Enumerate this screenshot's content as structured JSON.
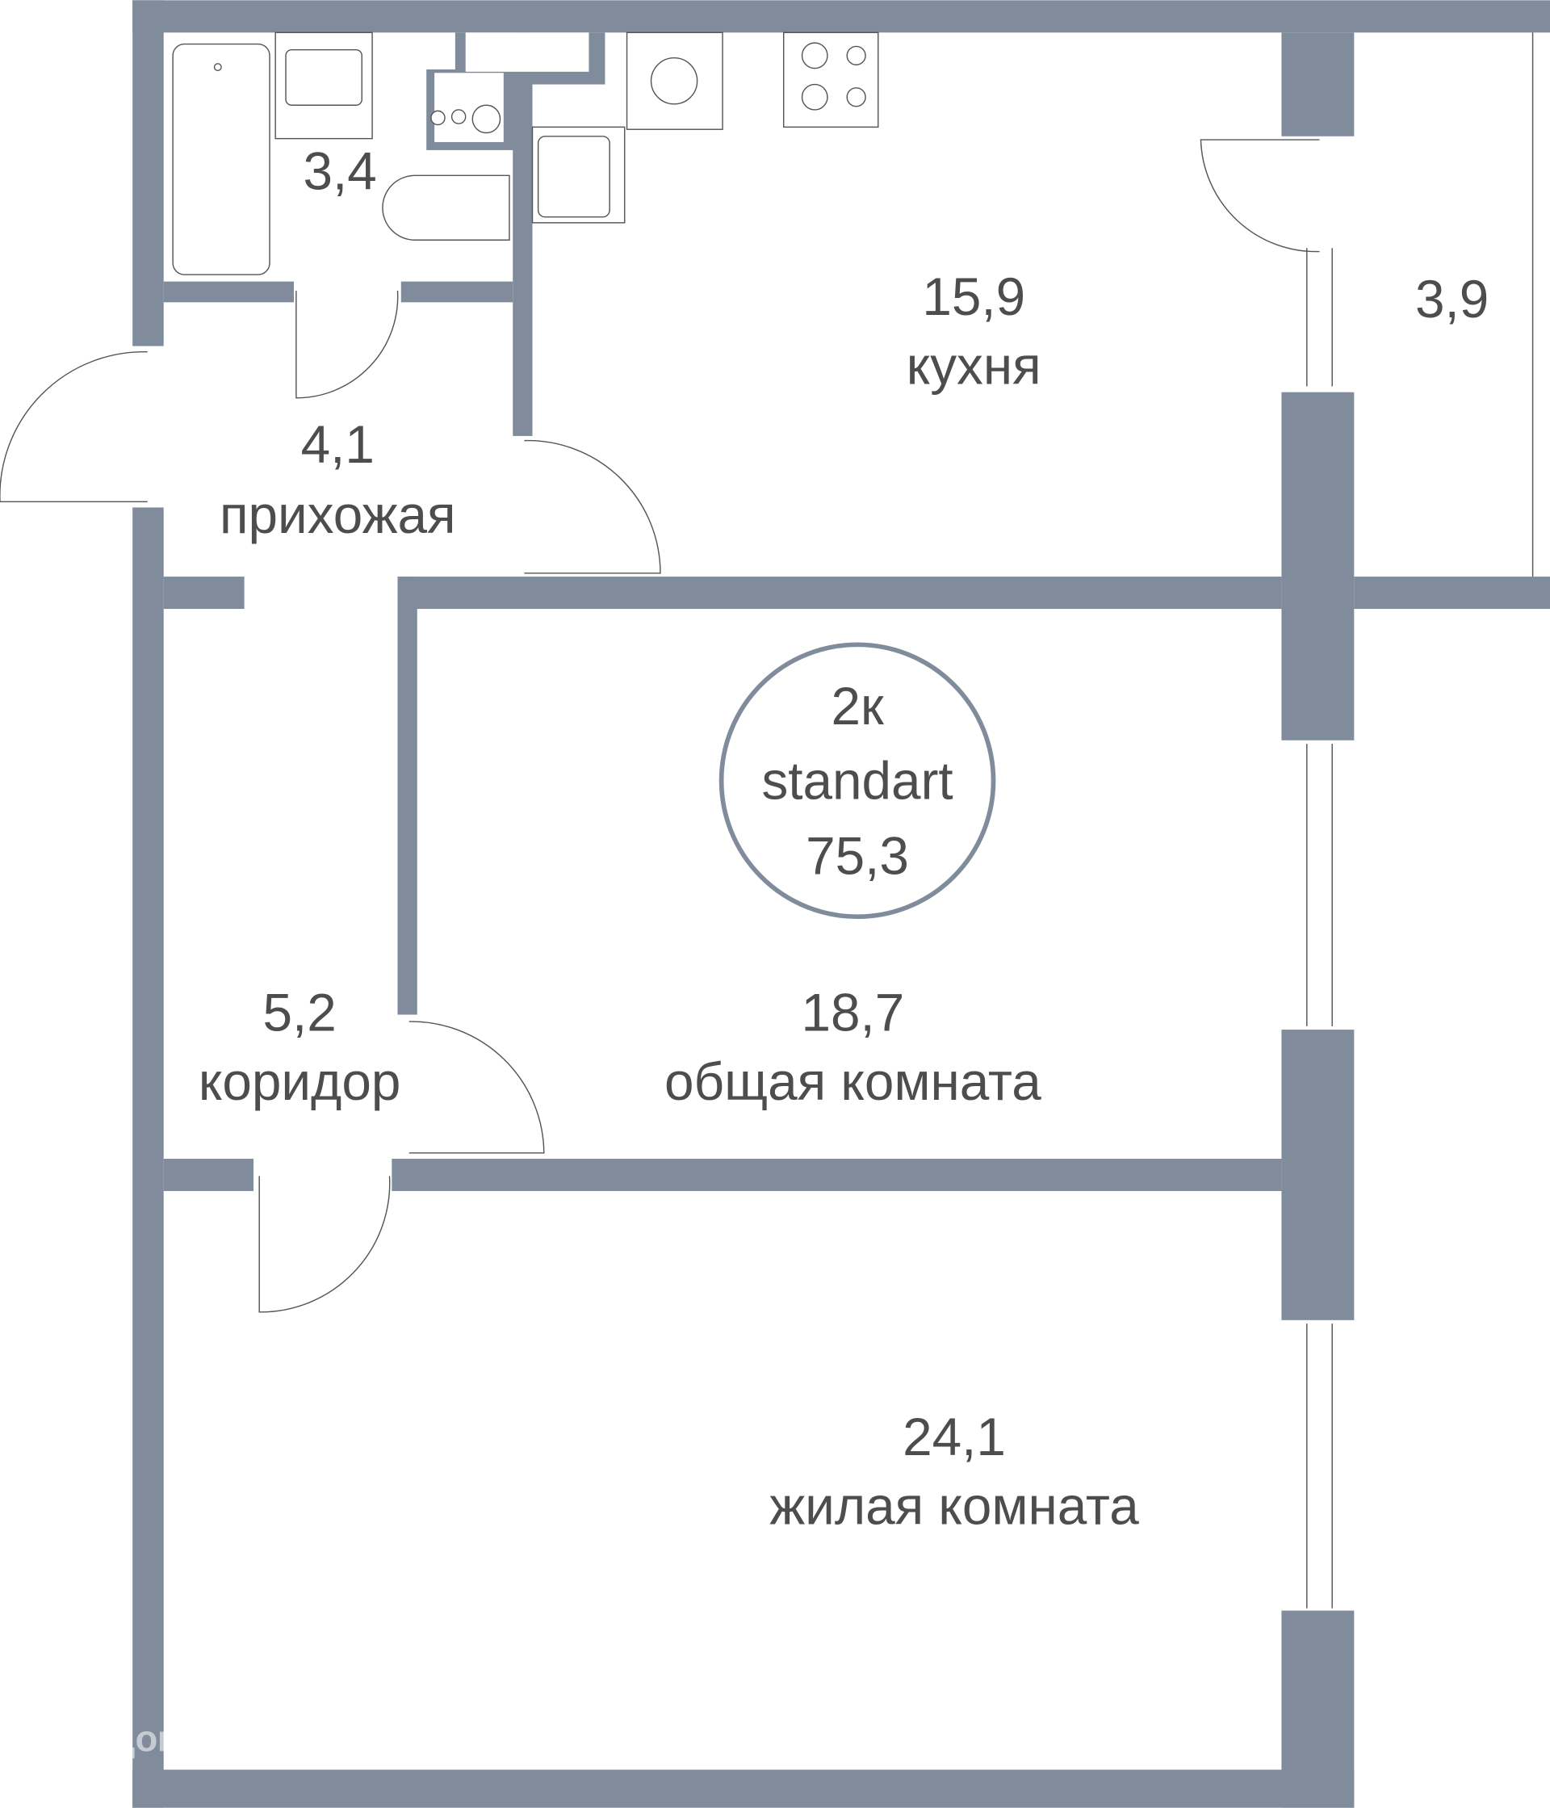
{
  "plan": {
    "badge": {
      "rooms": "2к",
      "type": "standart",
      "total_area": "75,3"
    },
    "rooms": [
      {
        "id": "bathroom",
        "area": "3,4",
        "name": ""
      },
      {
        "id": "kitchen",
        "area": "15,9",
        "name": "кухня"
      },
      {
        "id": "balcony",
        "area": "3,9",
        "name": ""
      },
      {
        "id": "hallway",
        "area": "4,1",
        "name": "прихожая"
      },
      {
        "id": "corridor",
        "area": "5,2",
        "name": "коридор"
      },
      {
        "id": "common-room",
        "area": "18,7",
        "name": "общая комната"
      },
      {
        "id": "living-room",
        "area": "24,1",
        "name": "жилая комната"
      }
    ],
    "watermark": "домклик",
    "colors": {
      "wall": "#808c9c",
      "text": "#4d4d4d"
    }
  }
}
